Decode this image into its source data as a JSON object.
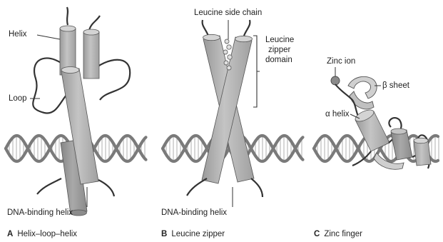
{
  "colors": {
    "dna_backbone": "#7a7a7a",
    "dna_rung": "#bcbcbc",
    "cylinder_light": "#bdbdbd",
    "cylinder_mid": "#a8a8a8",
    "cylinder_dark": "#8f8f8f",
    "line": "#333333",
    "text": "#222222"
  },
  "panels": [
    {
      "letter": "A",
      "title": "Helix–loop–helix",
      "labels": {
        "helix": "Helix",
        "loop": "Loop",
        "dna_binding_helix": "DNA-binding helix"
      }
    },
    {
      "letter": "B",
      "title": "Leucine zipper",
      "labels": {
        "leucine_side_chain": "Leucine side chain",
        "zipper_domain_line1": "Leucine",
        "zipper_domain_line2": "zipper",
        "zipper_domain_line3": "domain",
        "dna_binding_helix": "DNA-binding helix"
      }
    },
    {
      "letter": "C",
      "title": "Zinc finger",
      "labels": {
        "zinc_ion": "Zinc ion",
        "beta_sheet": "β sheet",
        "alpha_helix": "α helix"
      }
    }
  ]
}
